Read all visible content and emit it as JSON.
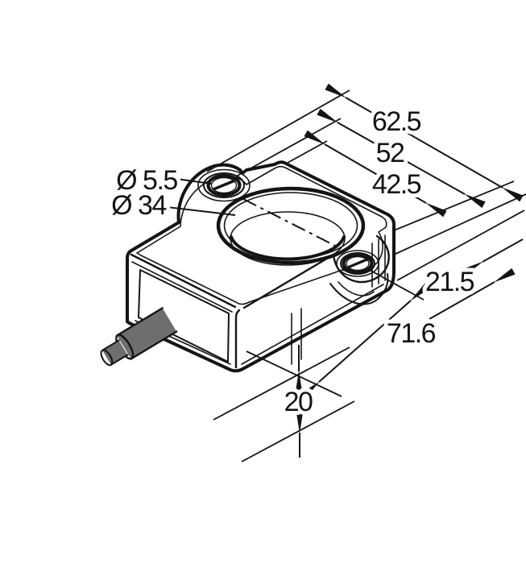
{
  "drawing": {
    "description": "Isometric technical dimension drawing of a rectangular sensor housing with a central circular bore, two slotted mounting screws, and a cable gland exiting on the left side",
    "colors": {
      "background": "#ffffff",
      "body": "#6d6e70",
      "line": "#141414",
      "screw_head": "#c9cacb"
    },
    "dimensions": {
      "overall_width": "62.5",
      "hole_spacing": "52",
      "inner_width": "42.5",
      "screw_hole_diameter": "Ø 5.5",
      "bore_diameter": "Ø 34",
      "housing_height": "21.5",
      "overall_length": "71.6",
      "housing_thickness": "20"
    }
  }
}
